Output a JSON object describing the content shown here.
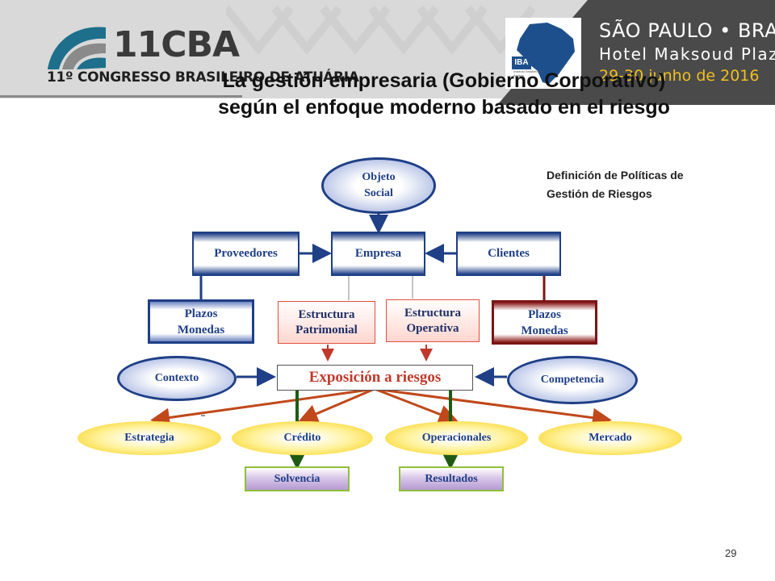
{
  "header": {
    "logo_name": "11CBA",
    "logo_subtitle": "11º CONGRESSO BRASILEIRO DE ATUÁRIA",
    "institute_label": "IBA",
    "institute_subtitle": "Instituto Brasileiro de Atuária",
    "city": "SÃO PAULO • BRASIL",
    "hotel": "Hotel Maksoud Plaza",
    "dates": "29-30 junho de 2016"
  },
  "slide": {
    "title_line1": "La gestión empresaria (Gobierno Corporativo)",
    "title_line2": "según el enfoque moderno basado en el riesgo",
    "policy_note_line1": "Definición de Políticas de",
    "policy_note_line2": "Gestión de Riesgos",
    "page_number": "29"
  },
  "diagram": {
    "objeto_social_line1": "Objeto",
    "objeto_social_line2": "Social",
    "proveedores": "Proveedores",
    "empresa": "Empresa",
    "clientes": "Clientes",
    "plazos_left_line1": "Plazos",
    "plazos_left_line2": "Monedas",
    "estructura_patrimonial_line1": "Estructura",
    "estructura_patrimonial_line2": "Patrimonial",
    "estructura_operativa_line1": "Estructura",
    "estructura_operativa_line2": "Operativa",
    "plazos_right_line1": "Plazos",
    "plazos_right_line2": "Monedas",
    "contexto": "Contexto",
    "exposicion": "Exposición a riesgos",
    "competencia": "Competencia",
    "estrategia": "Estrategia",
    "credito": "Crédito",
    "operacionales": "Operacionales",
    "mercado": "Mercado",
    "solvencia": "Solvencia",
    "resultados": "Resultados"
  },
  "colors": {
    "dark_blue": "#1f3f86",
    "dark_red": "#7a1616",
    "arrow_red": "#c0392b",
    "arrow_orange": "#c0481a",
    "arrow_green": "#1e5b12",
    "accent_gold": "#f0c020",
    "banner_dark": "#4a4a4a"
  }
}
